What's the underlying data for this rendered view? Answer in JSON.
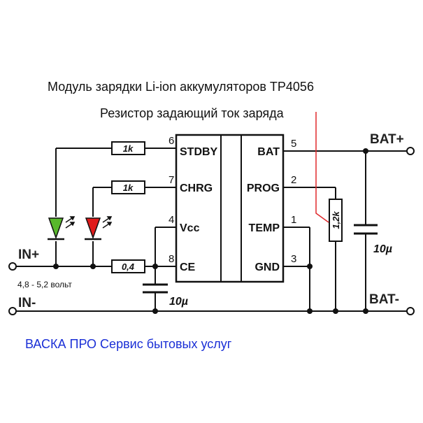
{
  "title": "Модуль зарядки Li-ion аккумуляторов TP4056",
  "resistor_note": "Резистор задающий ток заряда",
  "supply_voltage": "4,8 - 5,2 вольт",
  "credit": "ВАСКА ПРО Сервис бытовых услуг",
  "chip": {
    "pins_left": [
      {
        "name": "STDBY",
        "number": "6"
      },
      {
        "name": "CHRG",
        "number": "7"
      },
      {
        "name": "Vcc",
        "number": "4"
      },
      {
        "name": "CE",
        "number": "8"
      }
    ],
    "pins_right": [
      {
        "name": "BAT",
        "number": "5"
      },
      {
        "name": "PROG",
        "number": "2"
      },
      {
        "name": "TEMP",
        "number": "1"
      },
      {
        "name": "GND",
        "number": "3"
      }
    ]
  },
  "components": {
    "r_stdby": "1k",
    "r_chrg": "1k",
    "r_input": "0,4",
    "r_prog": "1,2k",
    "c_input": "10µ",
    "c_output": "10µ"
  },
  "terminals": {
    "in_plus": "IN+",
    "in_minus": "IN-",
    "bat_plus": "BAT+",
    "bat_minus": "BAT-"
  },
  "colors": {
    "led_green": "#58b82c",
    "led_red": "#e01b1b",
    "pointer_line": "#e0282b",
    "credit_text": "#1a2fd6",
    "wire": "#111111"
  }
}
